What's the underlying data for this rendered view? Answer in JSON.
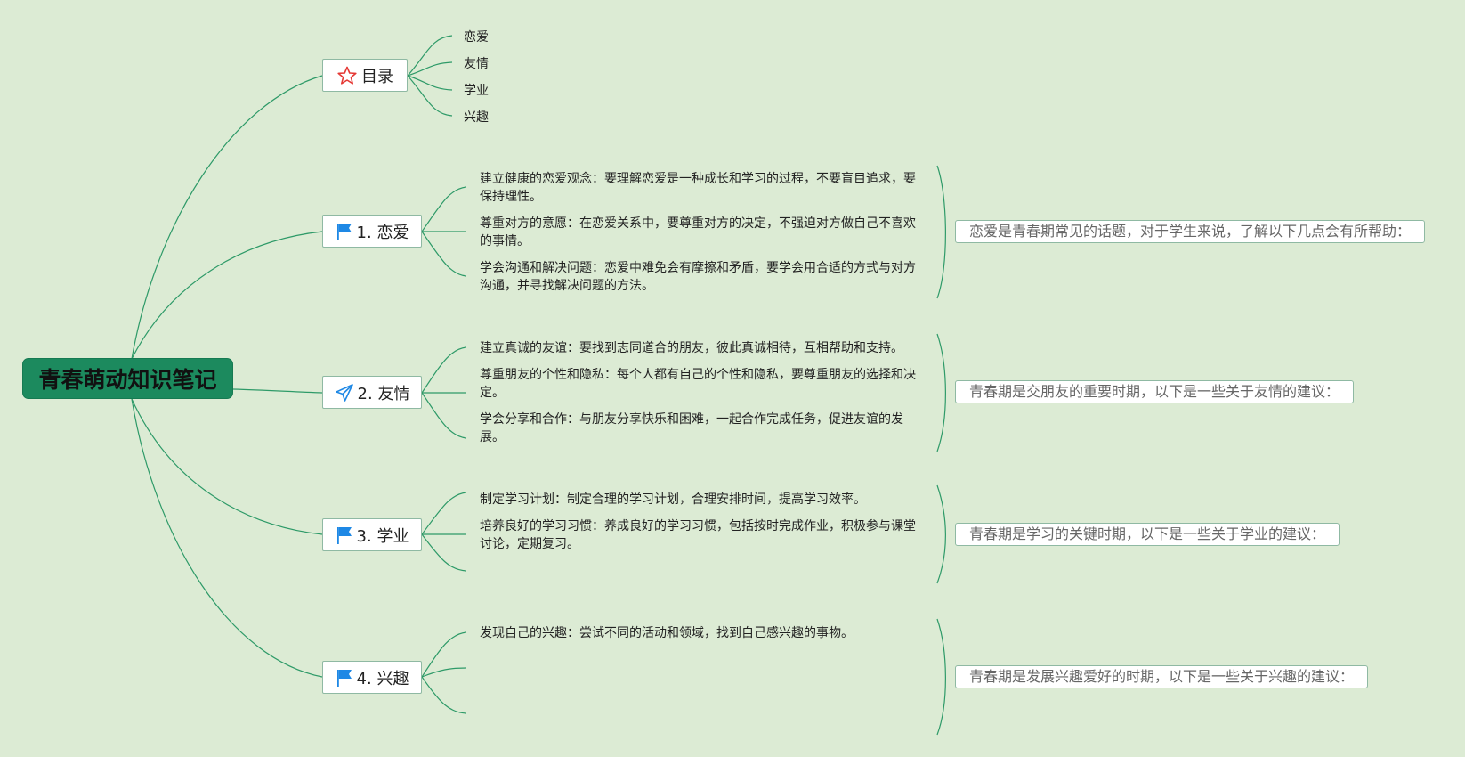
{
  "root": {
    "title": "青春萌动知识笔记"
  },
  "toc": {
    "title": "目录",
    "items": [
      "恋爱",
      "友情",
      "学业",
      "兴趣"
    ]
  },
  "sections": [
    {
      "label": "1. 恋爱",
      "items": [
        "建立健康的恋爱观念：要理解恋爱是一种成长和学习的过程，不要盲目追求，要保持理性。",
        "尊重对方的意愿：在恋爱关系中，要尊重对方的决定，不强迫对方做自己不喜欢的事情。",
        "学会沟通和解决问题：恋爱中难免会有摩擦和矛盾，要学会用合适的方式与对方沟通，并寻找解决问题的方法。"
      ],
      "summary": "恋爱是青春期常见的话题，对于学生来说，了解以下几点会有所帮助："
    },
    {
      "label": "2. 友情",
      "items": [
        "建立真诚的友谊：要找到志同道合的朋友，彼此真诚相待，互相帮助和支持。",
        "尊重朋友的个性和隐私：每个人都有自己的个性和隐私，要尊重朋友的选择和决定。",
        "学会分享和合作：与朋友分享快乐和困难，一起合作完成任务，促进友谊的发展。"
      ],
      "summary": "青春期是交朋友的重要时期，以下是一些关于友情的建议："
    },
    {
      "label": "3. 学业",
      "items": [
        "制定学习计划：制定合理的学习计划，合理安排时间，提高学习效率。",
        "培养良好的学习习惯：养成良好的学习习惯，包括按时完成作业，积极参与课堂讨论，定期复习。",
        ""
      ],
      "summary": "青春期是学习的关键时期，以下是一些关于学业的建议："
    },
    {
      "label": "4. 兴趣",
      "items": [
        "发现自己的兴趣：尝试不同的活动和领域，找到自己感兴趣的事物。",
        "",
        ""
      ],
      "summary": "青春期是发展兴趣爱好的时期，以下是一些关于兴趣的建议："
    }
  ],
  "colors": {
    "background": "#dcebd4",
    "root_fill": "#1c8a5e",
    "line": "#2e9a68",
    "flag_icon": "#1e88e5",
    "star_icon": "#e53935",
    "plane_icon": "#1e88e5"
  },
  "icons": {
    "toc": "star-icon",
    "section_1": "flag-icon",
    "section_2": "paper-plane-icon",
    "section_3": "flag-icon",
    "section_4": "flag-icon"
  }
}
